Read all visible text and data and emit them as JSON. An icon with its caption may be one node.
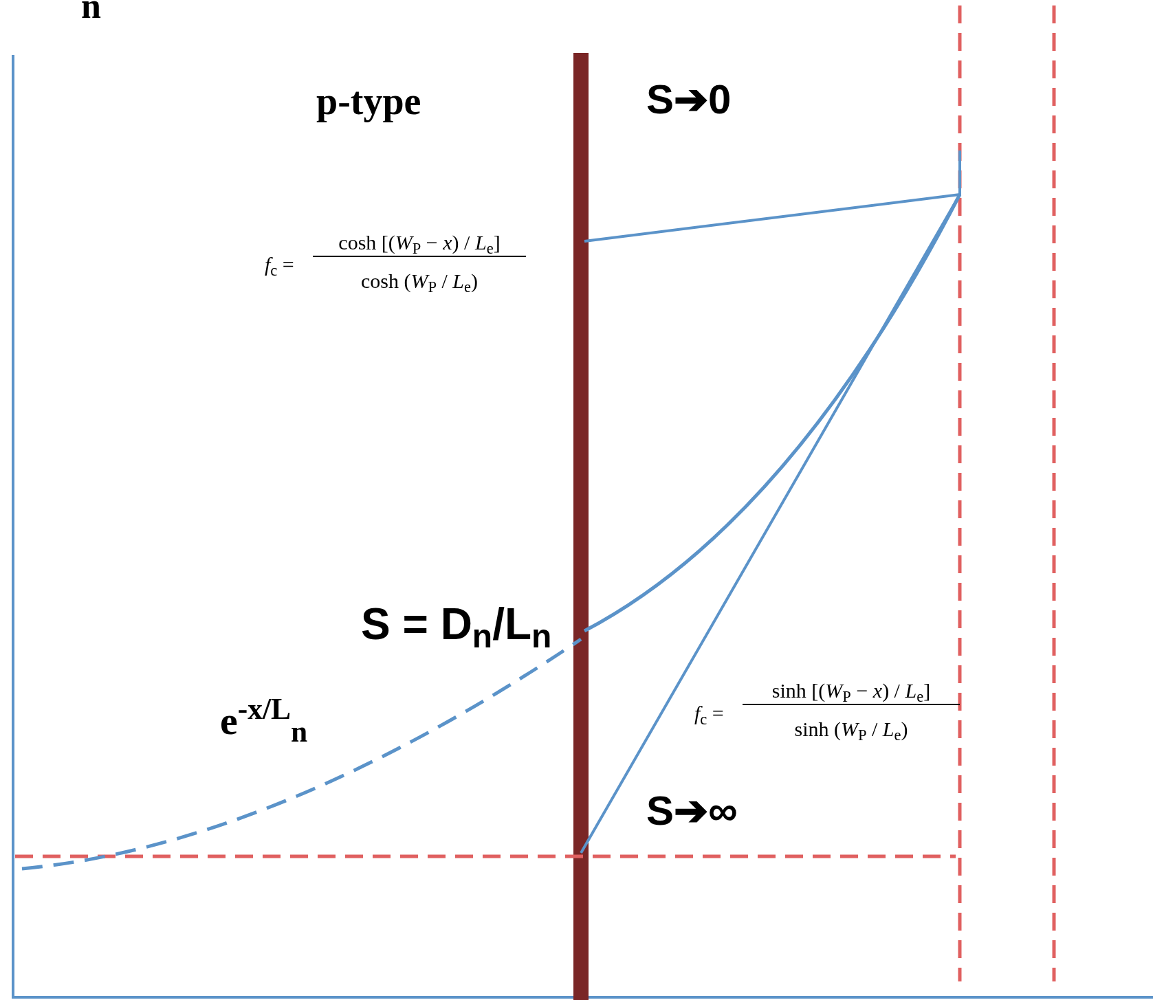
{
  "diagram": {
    "labels": [
      "n",
      "p-type",
      "S➔0",
      "*f*$_{c}$ =",
      "cosh [(*W*$_{P}$ − *x*) / *L*$_{e}$]",
      "cosh (*W*$_{P}$ / *L*$_{e}$)",
      "S = D$_{n}$/L$_{n}$",
      "e$^{-x/L}$$_{n}$",
      "*f*$_{c}$ =",
      "sinh [(*W*$_{P}$ − *x*) / *L*$_{e}$]",
      "sinh (*W*$_{P}$ / *L*$_{e}$)",
      "S➔∞"
    ]
  }
}
